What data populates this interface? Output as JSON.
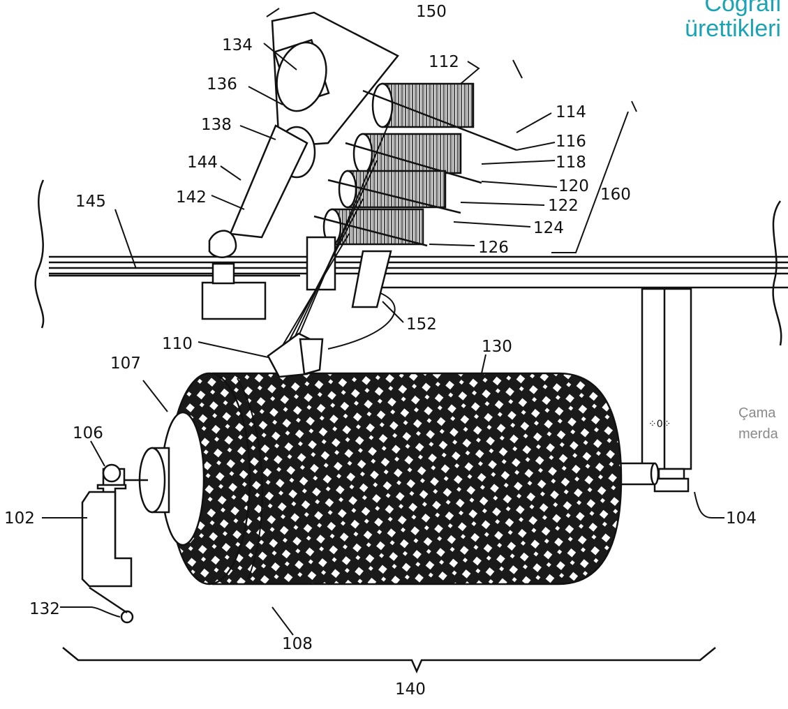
{
  "overlay": {
    "title_line1": "Coğrafi",
    "title_line2": "ürettikleri",
    "caption_line1": "Çama",
    "caption_line2": "merda"
  },
  "figure": {
    "labels": {
      "l102": "102",
      "l104": "104",
      "l106": "106",
      "l107": "107",
      "l108": "108",
      "l110": "110",
      "l112": "112",
      "l114": "114",
      "l116": "116",
      "l118": "118",
      "l120": "120",
      "l122": "122",
      "l124": "124",
      "l126": "126",
      "l130": "130",
      "l132": "132",
      "l134": "134",
      "l136": "136",
      "l138": "138",
      "l140": "140",
      "l142": "142",
      "l144": "144",
      "l145": "145",
      "l150": "150",
      "l152": "152",
      "l160": "160"
    }
  },
  "colors": {
    "ink": "#111111",
    "accent": "#1aa3b5",
    "caption": "#8a8a8a"
  }
}
